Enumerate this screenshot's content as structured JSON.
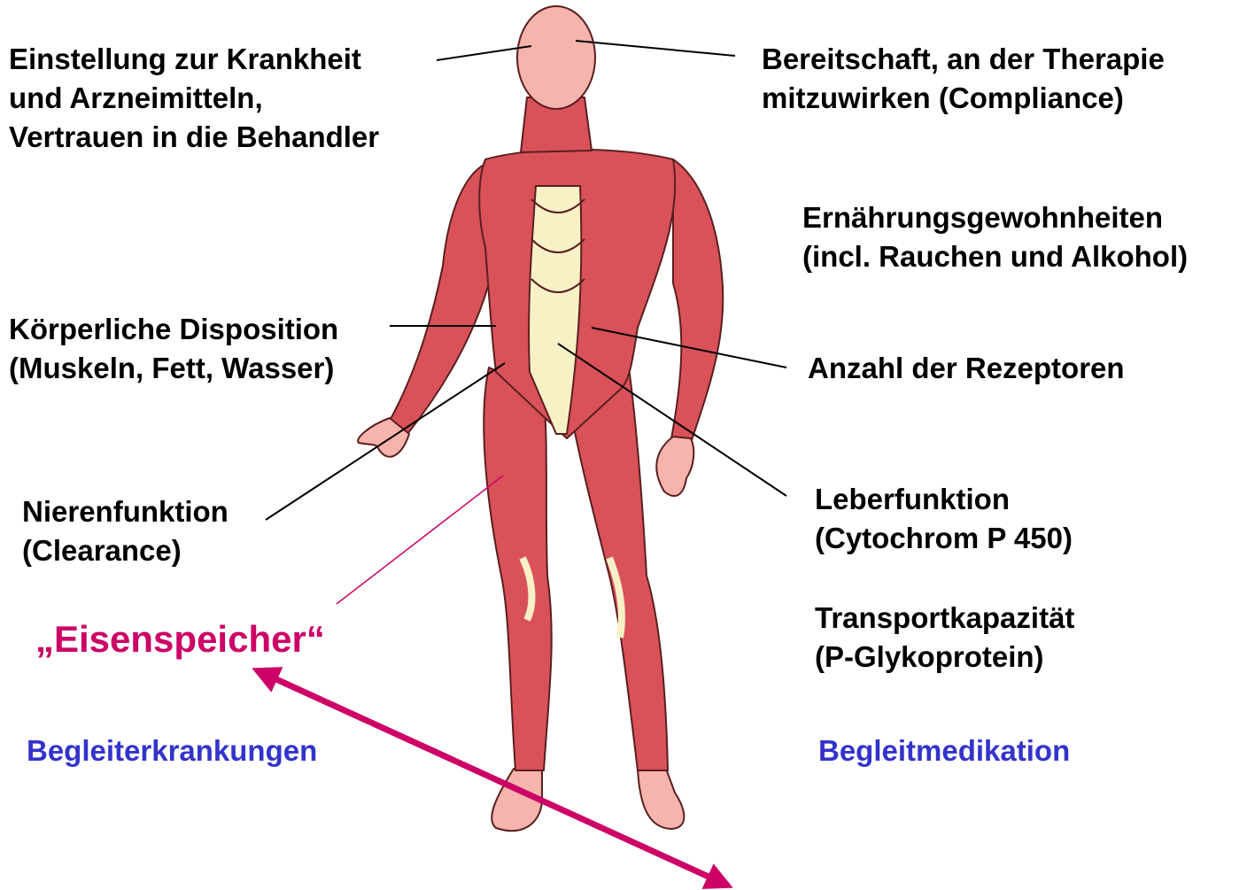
{
  "colors": {
    "text": "#000000",
    "secondary": "#3333cc",
    "highlight": "#cc0066",
    "muscle": "#d9525a",
    "skin": "#f6b4ad",
    "tendon": "#f8f1c6"
  },
  "labels": {
    "attitude": [
      "Einstellung zur Krankheit",
      "und Arzneimitteln,",
      "Vertrauen in die Behandler"
    ],
    "compliance": [
      "Bereitschaft, an der Therapie",
      "mitzuwirken (Compliance)"
    ],
    "nutrition": [
      "Ernährungsgewohnheiten",
      "(incl. Rauchen und Alkohol)"
    ],
    "disposition": [
      "Körperliche Disposition",
      "(Muskeln, Fett, Wasser)"
    ],
    "receptors": "Anzahl der Rezeptoren",
    "kidney": [
      "Nierenfunktion",
      "(Clearance)"
    ],
    "liver": [
      "Leberfunktion",
      "(Cytochrom P 450)"
    ],
    "transport": [
      "Transportkapazität",
      "(P-Glykoprotein)"
    ],
    "iron": "„Eisenspeicher“",
    "comorbidities": "Begleiterkrankungen",
    "comedication": "Begleitmedikation"
  }
}
